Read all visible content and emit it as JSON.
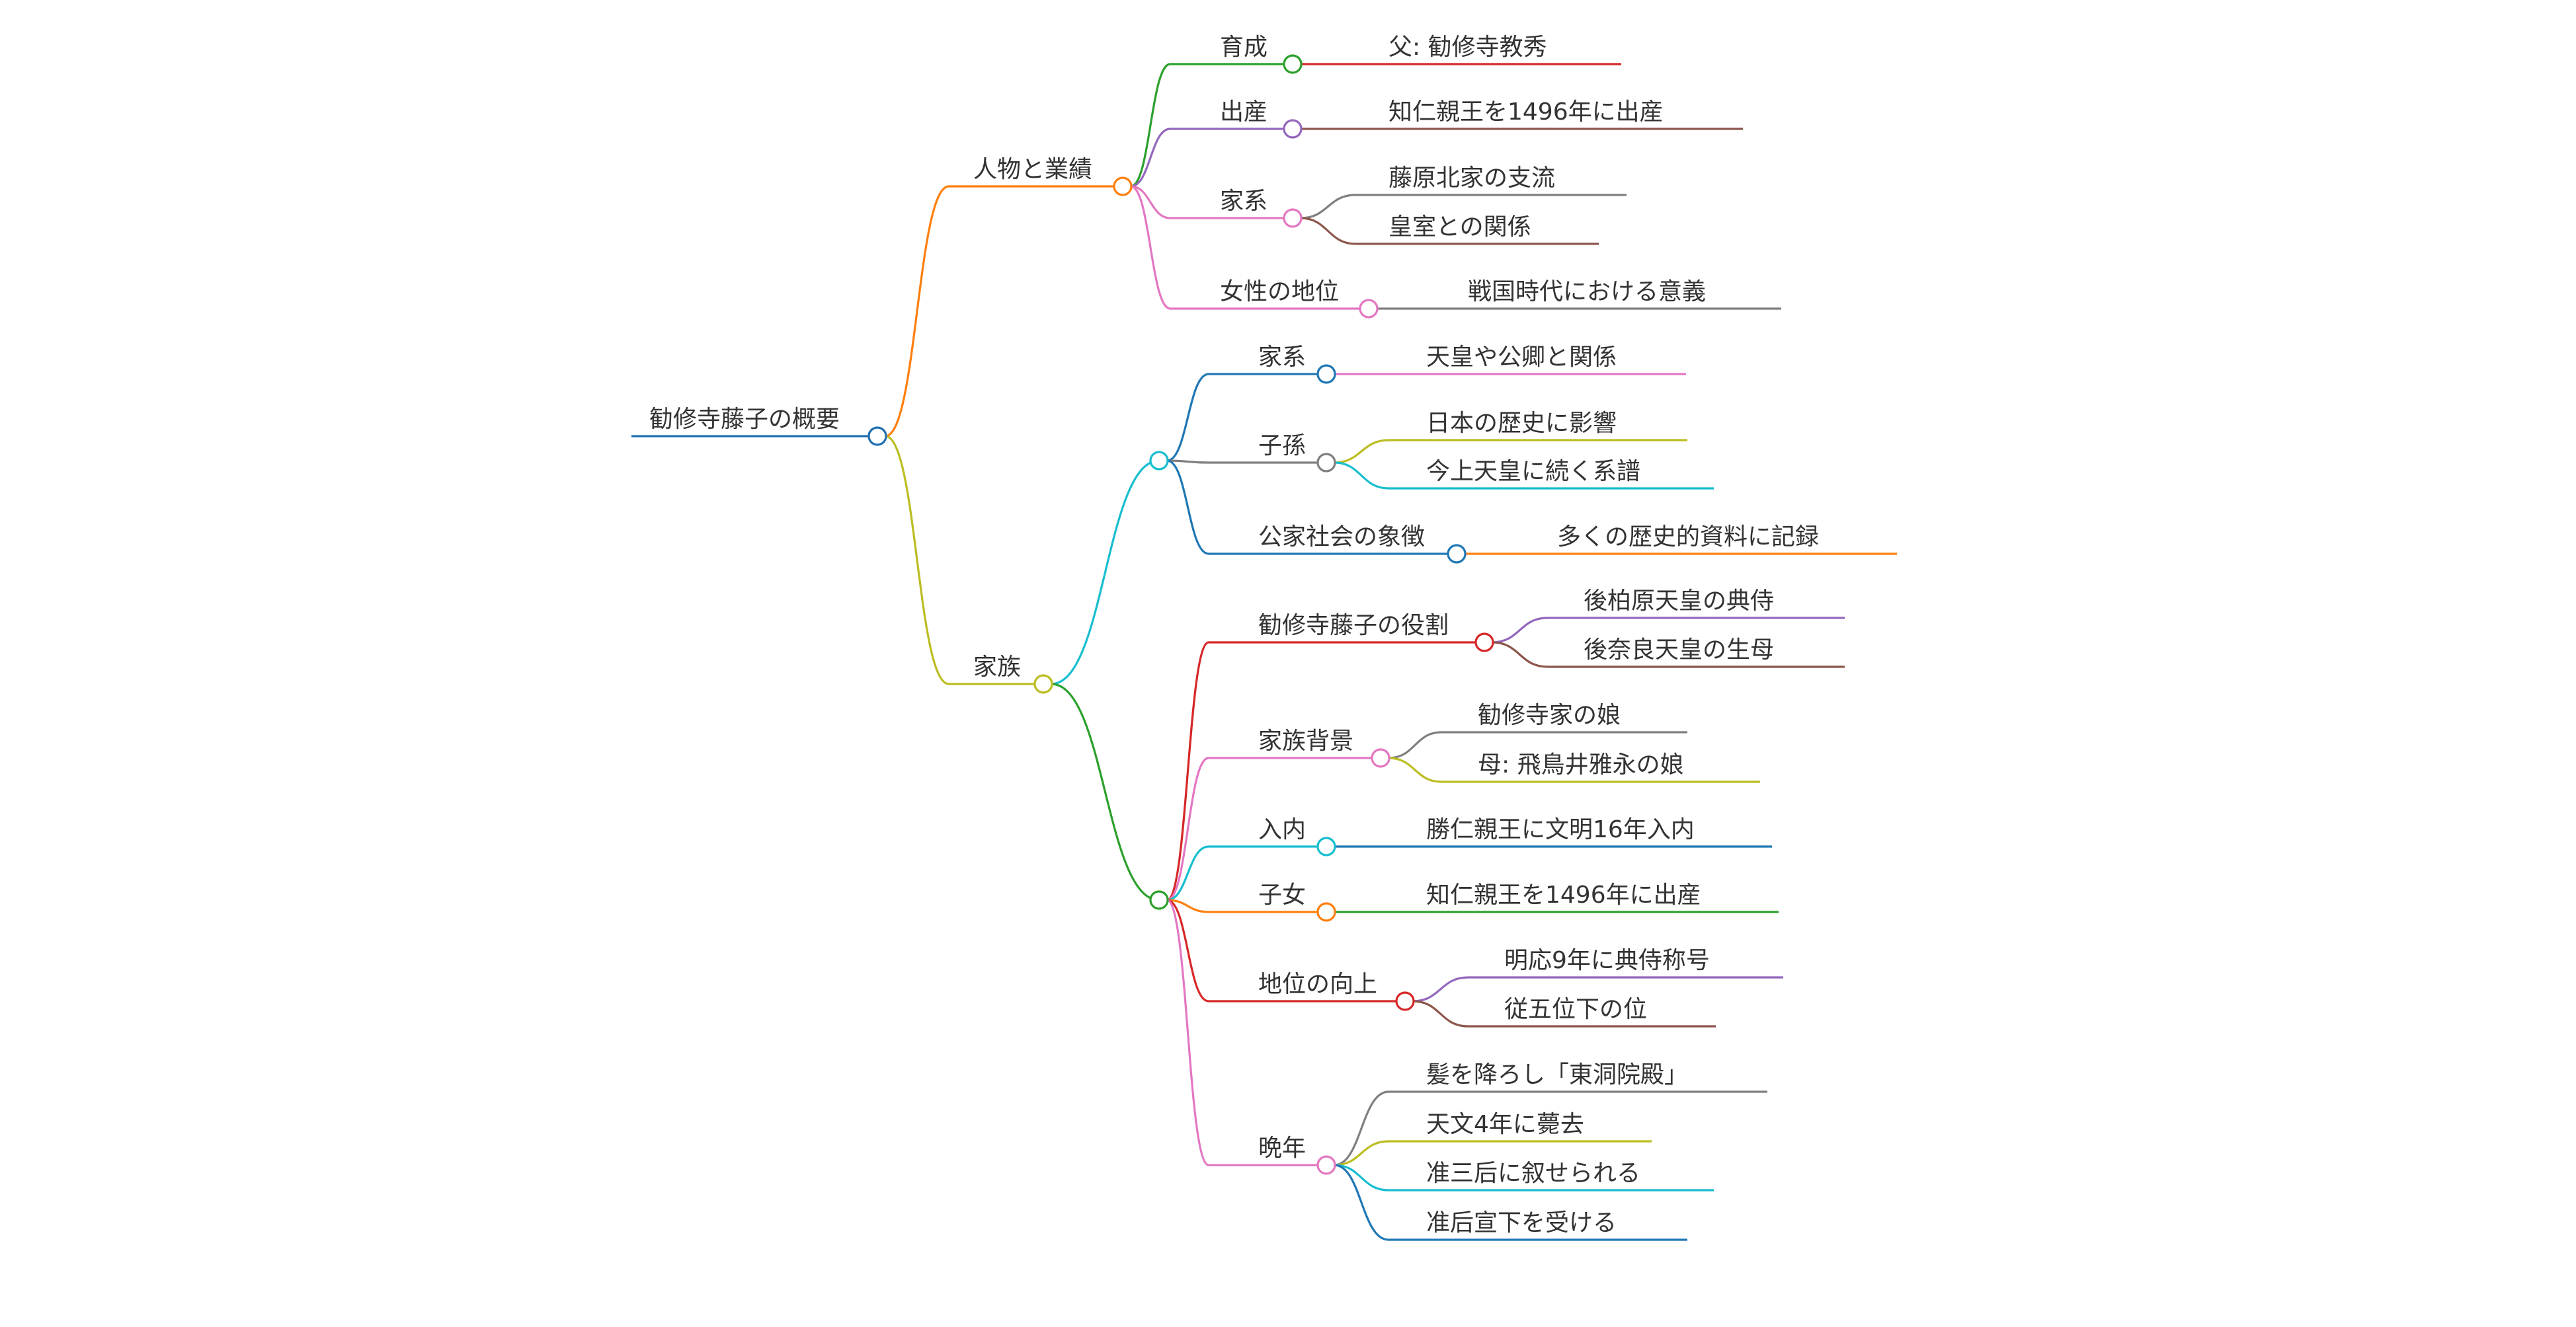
{
  "mindmap": {
    "root": {
      "label": "勧修寺藤子の概要",
      "color": "#1f6fb0"
    },
    "branches": [
      {
        "label": "人物と業績",
        "color": "#ff7f0e",
        "children": [
          {
            "label": "育成",
            "color": "#2ca02c",
            "children": [
              {
                "label": "父: 勧修寺教秀",
                "color": "#d62728"
              }
            ]
          },
          {
            "label": "出産",
            "color": "#9467bd",
            "children": [
              {
                "label": "知仁親王を1496年に出産",
                "color": "#8c564b"
              }
            ]
          },
          {
            "label": "家系",
            "color": "#e377c2",
            "children": [
              {
                "label": "藤原北家の支流",
                "color": "#7f7f7f"
              },
              {
                "label": "皇室との関係",
                "color": "#8c564b"
              }
            ]
          },
          {
            "label": "女性の地位",
            "color": "#e377c2",
            "children": [
              {
                "label": "戦国時代における意義",
                "color": "#7f7f7f"
              }
            ]
          }
        ]
      },
      {
        "label": "家族",
        "color": "#bcbd22",
        "children": [
          {
            "label": "",
            "color": "#17becf",
            "children": [
              {
                "label": "家系",
                "color": "#1f77b4",
                "children": [
                  {
                    "label": "天皇や公卿と関係",
                    "color": "#e377c2"
                  }
                ]
              },
              {
                "label": "子孫",
                "color": "#7f7f7f",
                "children": [
                  {
                    "label": "日本の歴史に影響",
                    "color": "#bcbd22"
                  },
                  {
                    "label": "今上天皇に続く系譜",
                    "color": "#17becf"
                  }
                ]
              },
              {
                "label": "公家社会の象徴",
                "color": "#1f77b4",
                "children": [
                  {
                    "label": "多くの歴史的資料に記録",
                    "color": "#ff7f0e"
                  }
                ]
              }
            ]
          },
          {
            "label": "",
            "color": "#2ca02c",
            "children": [
              {
                "label": "勧修寺藤子の役割",
                "color": "#d62728",
                "children": [
                  {
                    "label": "後柏原天皇の典侍",
                    "color": "#9467bd"
                  },
                  {
                    "label": "後奈良天皇の生母",
                    "color": "#8c564b"
                  }
                ]
              },
              {
                "label": "家族背景",
                "color": "#e377c2",
                "children": [
                  {
                    "label": "勧修寺家の娘",
                    "color": "#7f7f7f"
                  },
                  {
                    "label": "母: 飛鳥井雅永の娘",
                    "color": "#bcbd22"
                  }
                ]
              },
              {
                "label": "入内",
                "color": "#17becf",
                "children": [
                  {
                    "label": "勝仁親王に文明16年入内",
                    "color": "#1f77b4"
                  }
                ]
              },
              {
                "label": "子女",
                "color": "#ff7f0e",
                "children": [
                  {
                    "label": "知仁親王を1496年に出産",
                    "color": "#2ca02c"
                  }
                ]
              },
              {
                "label": "地位の向上",
                "color": "#d62728",
                "children": [
                  {
                    "label": "明応9年に典侍称号",
                    "color": "#9467bd"
                  },
                  {
                    "label": "従五位下の位",
                    "color": "#8c564b"
                  }
                ]
              },
              {
                "label": "晩年",
                "color": "#e377c2",
                "children": [
                  {
                    "label": "髪を降ろし「東洞院殿」",
                    "color": "#7f7f7f"
                  },
                  {
                    "label": "天文4年に薨去",
                    "color": "#bcbd22"
                  },
                  {
                    "label": "准三后に叙せられる",
                    "color": "#17becf"
                  },
                  {
                    "label": "准后宣下を受ける",
                    "color": "#1f77b4"
                  }
                ]
              }
            ]
          }
        ]
      }
    ]
  }
}
